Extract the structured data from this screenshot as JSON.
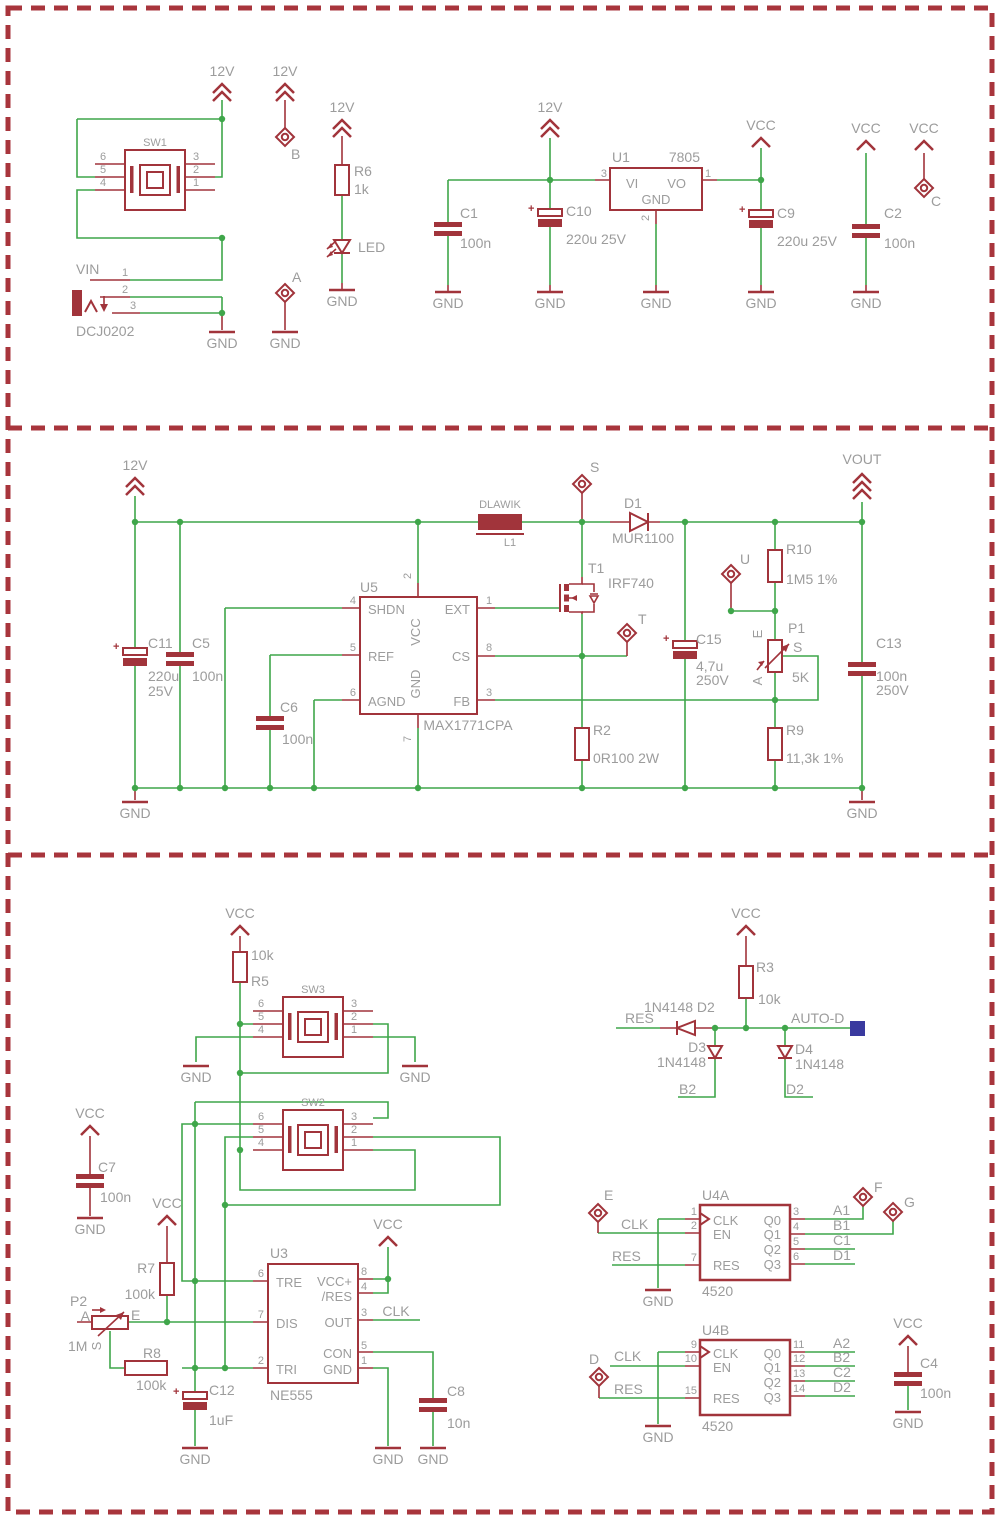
{
  "colors": {
    "wire": "#3FA64A",
    "part": "#A1343B",
    "text": "#9C9C9C",
    "frame": "#A8353C",
    "bus": "#3A3A9F"
  },
  "nets": {
    "v12": "12V",
    "vcc": "VCC",
    "vout": "VOUT",
    "gnd": "GND",
    "clk": "CLK",
    "res": "RES",
    "auto_d": "AUTO-D",
    "a1": "A1",
    "b1": "B1",
    "c1": "C1",
    "d1": "D1",
    "a2": "A2",
    "b2": "B2",
    "c2": "C2",
    "d2": "D2"
  },
  "testpoints": {
    "a": "A",
    "b": "B",
    "c": "C",
    "d": "D",
    "e": "E",
    "f": "F",
    "g": "G",
    "s": "S",
    "t": "T",
    "u": "U"
  },
  "pins": {
    "p1": "1",
    "p2": "2",
    "p3": "3",
    "p4": "4",
    "p5": "5",
    "p6": "6",
    "p7": "7",
    "p8": "8",
    "p9": "9",
    "p10": "10",
    "p11": "11",
    "p12": "12",
    "p13": "13",
    "p14": "14",
    "p15": "15"
  },
  "vals": {
    "n100": "100n",
    "u220_25": "220u 25V",
    "u220": "220u",
    "v25": "25V",
    "u47": "4,7u",
    "v250": "250V",
    "k1": "1k",
    "k10": "10k",
    "k100": "100k",
    "m1": "1M",
    "m1_5": "1M5 1%",
    "k11_3": "11,3k 1%",
    "r0_2w": "0R100 2W",
    "k5": "5K",
    "n10": "10n",
    "uF1": "1uF",
    "d4148": "1N4148",
    "d4148_d2": "1N4148 D2"
  },
  "parts": {
    "sw1": "SW1",
    "sw2": "SW2",
    "sw3": "SW3",
    "vin": "VIN",
    "vin_val": "DCJ0202",
    "r2": "R2",
    "r3": "R3",
    "r5": "R5",
    "r6": "R6",
    "r7": "R7",
    "r8": "R8",
    "r9": "R9",
    "r10": "R10",
    "p1": "P1",
    "p2": "P2",
    "led": "LED",
    "c1": "C1",
    "c2": "C2",
    "c4": "C4",
    "c5": "C5",
    "c6": "C6",
    "c7": "C7",
    "c8": "C8",
    "c9": "C9",
    "c10": "C10",
    "c11": "C11",
    "c12": "C12",
    "c13": "C13",
    "c15": "C15",
    "u1": "U1",
    "u1_val": "7805",
    "u3": "U3",
    "u3_val": "NE555",
    "u4a": "U4A",
    "u4b": "U4B",
    "u4_val": "4520",
    "u5": "U5",
    "u5_val": "MAX1771CPA",
    "d1": "D1",
    "d1_val": "MUR1100",
    "d3": "D3",
    "d4": "D4",
    "t1": "T1",
    "t1_val": "IRF740",
    "l1": "L1",
    "l1_val": "DLAWIK"
  },
  "ic": {
    "u1": {
      "vi": "VI",
      "vo": "VO",
      "gnd": "GND"
    },
    "u5": {
      "shdn": "SHDN",
      "ref": "REF",
      "agnd": "AGND",
      "ext": "EXT",
      "cs": "CS",
      "fb": "FB",
      "vcc": "VCC",
      "gnd": "GND"
    },
    "u3": {
      "tre": "TRE",
      "dis": "DIS",
      "tri": "TRI",
      "vcc": "VCC+",
      "res": "/RES",
      "out": "OUT",
      "con": "CON",
      "gnd": "GND"
    },
    "u4": {
      "clk": "CLK",
      "en": "EN",
      "res": "RES",
      "q0": "Q0",
      "q1": "Q1",
      "q2": "Q2",
      "q3": "Q3"
    }
  },
  "pot": {
    "a": "A",
    "e": "E",
    "s": "S"
  },
  "plus": "+"
}
